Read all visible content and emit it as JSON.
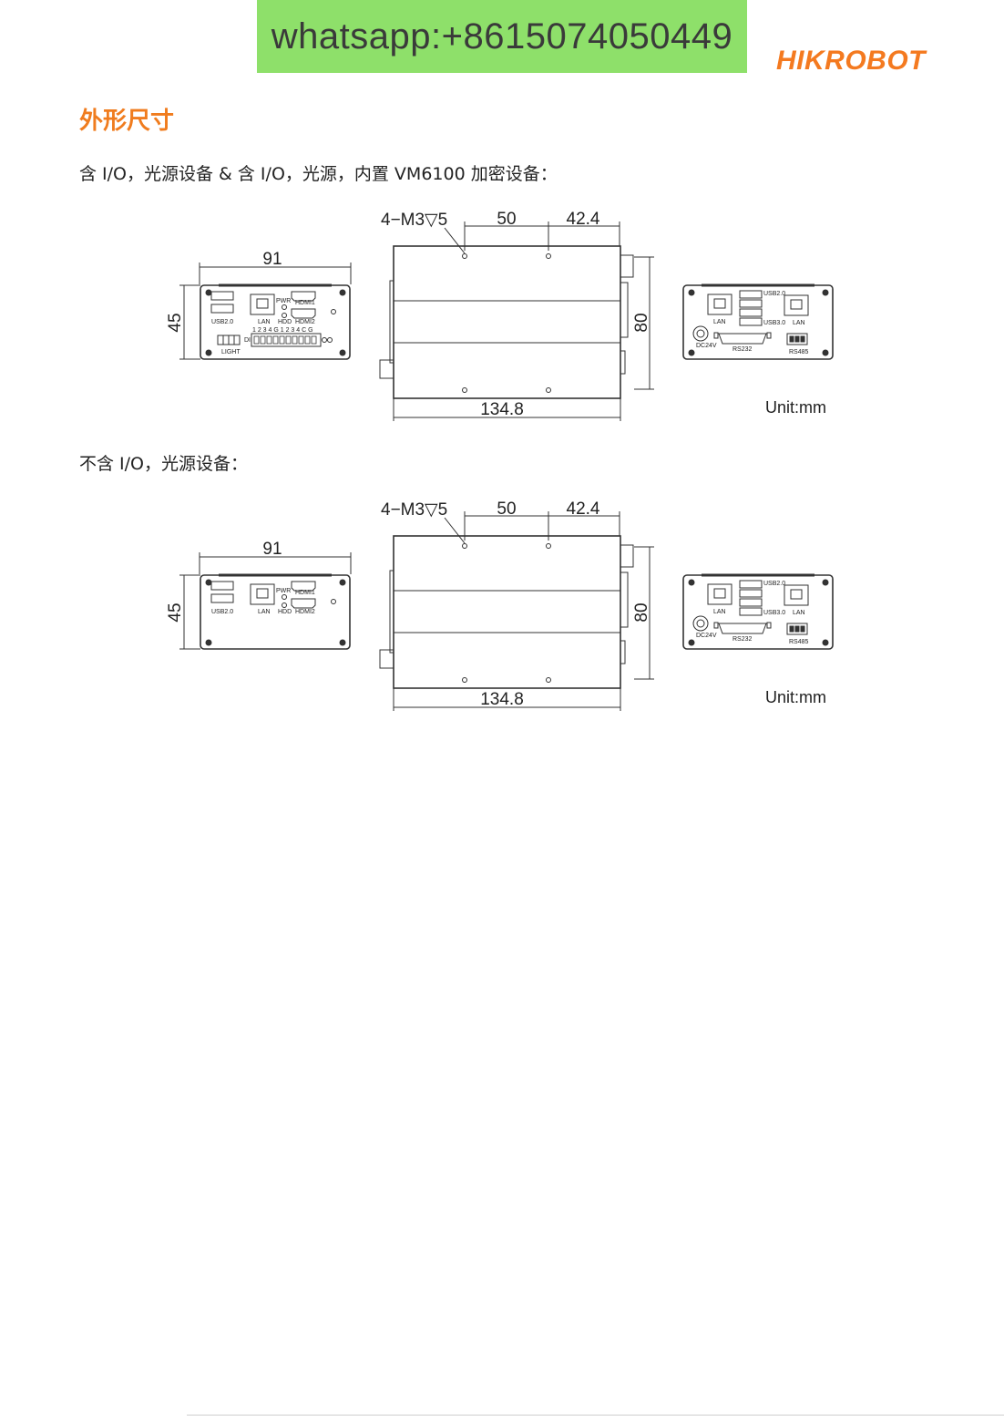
{
  "banner": {
    "text": "whatsapp:+8615074050449",
    "color": "#8ee06a"
  },
  "logo": {
    "text": "HIKROBOT",
    "color": "#f47a20"
  },
  "section_title": "外形尺寸",
  "title_color": "#f07c1e",
  "drawings": [
    {
      "caption": "含 I/O，光源设备 & 含 I/O，光源，内置 VM6100 加密设备：",
      "front": {
        "width_dim": "91",
        "height_dim": "45",
        "labels": {
          "usb": "USB2.0",
          "lan": "LAN",
          "pwr": "PWR",
          "hdd": "HDD",
          "hdmi1": "HDMI1",
          "hdmi2": "HDMI2",
          "light": "LIGHT",
          "di": "DI",
          "io_pins": "1 2 3 4 G 1 2 3 4 C G"
        }
      },
      "side": {
        "hole_dim": "4−M3▽5",
        "dim_50": "50",
        "dim_424": "42.4",
        "length_dim": "134.8",
        "height_dim": "80"
      },
      "rear": {
        "labels": {
          "lan1": "LAN",
          "usb20": "USB2.0",
          "usb30": "USB3.0",
          "lan2": "LAN",
          "dc": "DC24V",
          "rs232": "RS232",
          "rs485": "RS485"
        }
      },
      "unit": "Unit:mm"
    },
    {
      "caption": "不含 I/O，光源设备：",
      "front": {
        "width_dim": "91",
        "height_dim": "45",
        "labels": {
          "usb": "USB2.0",
          "lan": "LAN",
          "pwr": "PWR",
          "hdd": "HDD",
          "hdmi1": "HDMI1",
          "hdmi2": "HDMI2"
        }
      },
      "side": {
        "hole_dim": "4−M3▽5",
        "dim_50": "50",
        "dim_424": "42.4",
        "length_dim": "134.8",
        "height_dim": "80"
      },
      "rear": {
        "labels": {
          "lan1": "LAN",
          "usb20": "USB2.0",
          "usb30": "USB3.0",
          "lan2": "LAN",
          "dc": "DC24V",
          "rs232": "RS232",
          "rs485": "RS485"
        }
      },
      "unit": "Unit:mm"
    }
  ]
}
